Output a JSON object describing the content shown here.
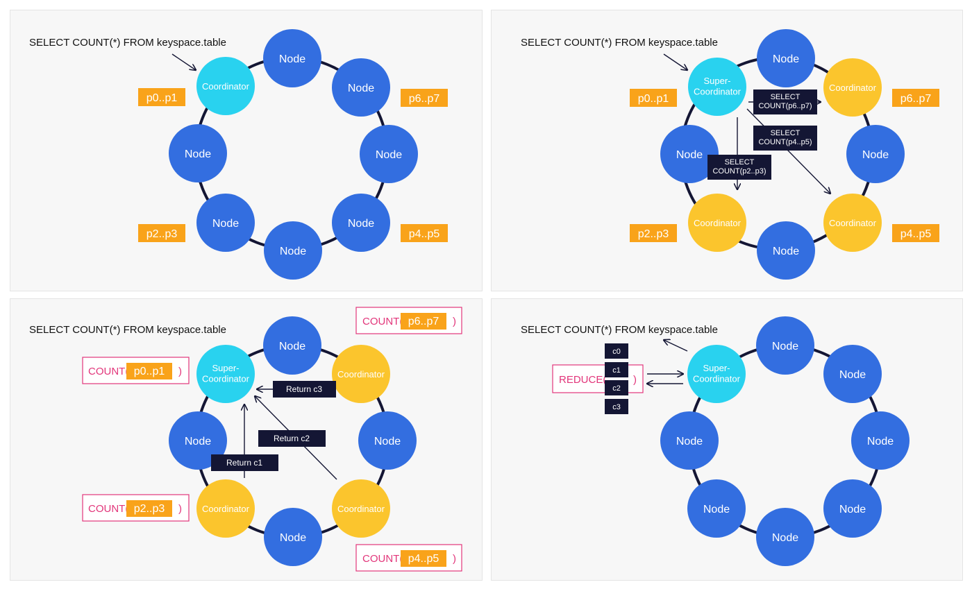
{
  "colors": {
    "node": "#336ee0",
    "coordinator": "#fbc52d",
    "super": "#29d2ef",
    "range": "#f9a31a",
    "count_border": "#e2357a",
    "label_bg": "#141634",
    "ring": "#141634",
    "panel_bg": "#f7f7f7"
  },
  "panels": [
    {
      "query": "SELECT COUNT(*) FROM keyspace.table",
      "nodes": [
        "Node",
        "Node",
        "Node",
        "Node",
        "Node",
        "Node",
        "Node"
      ],
      "coordinator": "Coordinator",
      "ranges": [
        "p0..p1",
        "p6..p7",
        "p2..p3",
        "p4..p5"
      ]
    },
    {
      "query": "SELECT COUNT(*) FROM keyspace.table",
      "super": "Super-\nCoordinator",
      "nodes": [
        "Node",
        "Node",
        "Node",
        "Node"
      ],
      "coordinators": [
        "Coordinator",
        "Coordinator",
        "Coordinator"
      ],
      "ranges": [
        "p0..p1",
        "p6..p7",
        "p2..p3",
        "p4..p5"
      ],
      "messages": [
        "SELECT\nCOUNT(p6..p7)",
        "SELECT\nCOUNT(p4..p5)",
        "SELECT\nCOUNT(p2..p3)"
      ]
    },
    {
      "query": "SELECT COUNT(*) FROM keyspace.table",
      "super": "Super-\nCoordinator",
      "nodes": [
        "Node",
        "Node",
        "Node",
        "Node"
      ],
      "coordinators": [
        "Coordinator",
        "Coordinator",
        "Coordinator"
      ],
      "counts": [
        {
          "fn": "COUNT(",
          "range": "p6..p7",
          "close": ")"
        },
        {
          "fn": "COUNT(",
          "range": "p0..p1",
          "close": ")"
        },
        {
          "fn": "COUNT(",
          "range": "p2..p3",
          "close": ")"
        },
        {
          "fn": "COUNT(",
          "range": "p4..p5",
          "close": ")"
        }
      ],
      "returns": [
        "Return c3",
        "Return c2",
        "Return c1"
      ]
    },
    {
      "query": "SELECT COUNT(*) FROM keyspace.table",
      "super": "Super-\nCoordinator",
      "nodes": [
        "Node",
        "Node",
        "Node",
        "Node",
        "Node",
        "Node",
        "Node"
      ],
      "reduce": {
        "fn": "REDUCE(",
        "close": ")"
      },
      "stack": [
        "c0",
        "c1",
        "c2",
        "c3"
      ]
    }
  ]
}
